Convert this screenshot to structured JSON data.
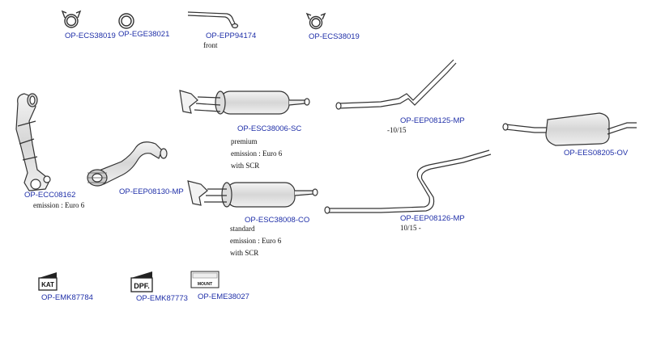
{
  "parts": {
    "clamp_1": "OP-ECS38019",
    "gasket": "OP-EGE38021",
    "pipe_front": "OP-EPP94174",
    "clamp_2": "OP-ECS38019",
    "catalyst": "OP-ECC08162",
    "dpf_premium": "OP-ESC38006-SC",
    "mid_pipe_1": "OP-EEP08125-MP",
    "rear_silencer": "OP-EES08205-OV",
    "front_pipe": "OP-EEP08130-MP",
    "dpf_standard": "OP-ESC38008-CO",
    "mid_pipe_2": "OP-EEP08126-MP",
    "kit_kat": "OP-EMK87784",
    "kit_dpf": "OP-EMK87773",
    "mount_kit": "OP-EME38027"
  },
  "notes": {
    "front": "front",
    "catalyst_emission": "emission : Euro 6",
    "premium": [
      "premium",
      "emission : Euro 6",
      "with SCR"
    ],
    "standard": [
      "standard",
      "emission : Euro 6",
      "with SCR"
    ],
    "mid_pipe_1_date": "-10/15",
    "mid_pipe_2_date": "10/15 -"
  },
  "badges": {
    "kat": "KAT",
    "dpf": "DPF.",
    "mount": "MOUNT"
  },
  "colors": {
    "link": "#1f2fa8",
    "line": "#333333",
    "fill": "#e9e9e9"
  }
}
